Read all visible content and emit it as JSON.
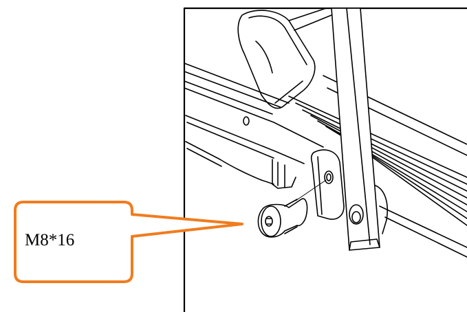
{
  "callout": {
    "label": "M8*16",
    "border_color": "#f07c1e",
    "text_color": "#000000"
  },
  "drawing": {
    "line_color": "#000000",
    "parts": [
      "frame-rail",
      "side-rail",
      "upright-post",
      "mounting-bracket",
      "flat-head-screw",
      "deck-track",
      "foot-pad"
    ]
  }
}
